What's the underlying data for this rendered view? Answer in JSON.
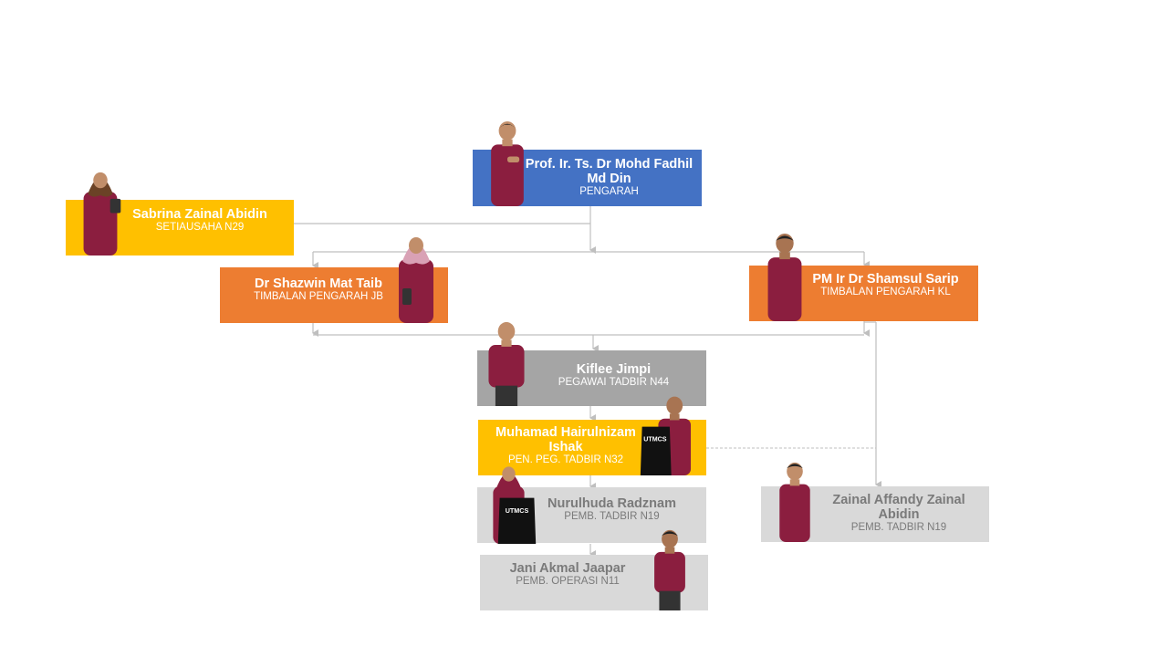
{
  "colors": {
    "blue": "#4472c4",
    "yellow": "#ffc000",
    "orange": "#ed7d31",
    "grey": "#a5a5a5",
    "light_grey": "#d9d9d9",
    "connector": "#bfbfbf",
    "shirt": "#8b1e3f"
  },
  "nodes": {
    "director": {
      "name": "Prof. Ir. Ts. Dr Mohd Fadhil Md Din",
      "role": "PENGARAH"
    },
    "secretary": {
      "name": "Sabrina Zainal Abidin",
      "role": "SETIAUSAHA N29"
    },
    "deputy_jb": {
      "name": "Dr Shazwin Mat Taib",
      "role": "TIMBALAN PENGARAH JB"
    },
    "deputy_kl": {
      "name": "PM Ir Dr Shamsul Sarip",
      "role": "TIMBALAN PENGARAH KL"
    },
    "admin_officer": {
      "name": "Kiflee Jimpi",
      "role": "PEGAWAI TADBIR N44"
    },
    "asst_admin": {
      "name": "Muhamad Hairulnizam Ishak",
      "role": "PEN. PEG. TADBIR N32"
    },
    "clerk_1": {
      "name": "Nurulhuda Radznam",
      "role": "PEMB. TADBIR N19"
    },
    "clerk_2": {
      "name": "Zainal Affandy Zainal Abidin",
      "role": "PEMB. TADBIR N19"
    },
    "operator": {
      "name": "Jani Akmal Jaapar",
      "role": "PEMB. OPERASI N11"
    }
  },
  "shirt_print": "UTMCS"
}
